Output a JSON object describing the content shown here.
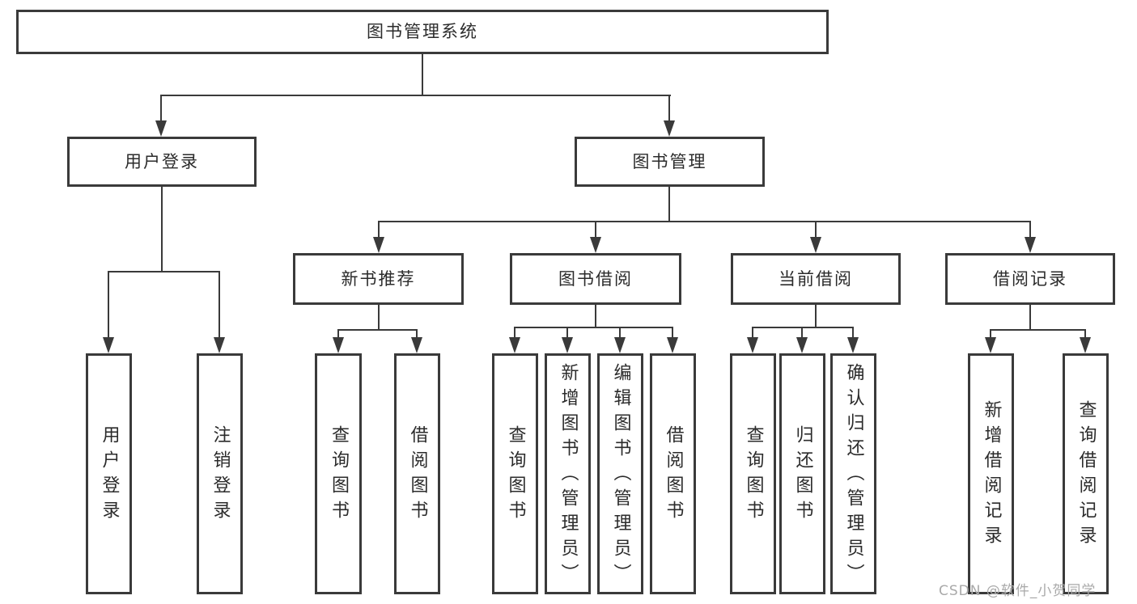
{
  "diagram": {
    "title": "图书管理系统",
    "type": "hierarchy-tree",
    "colors": {
      "line": "#3a3a3a",
      "box_border": "#3a3a3a",
      "text": "#2b2b2b",
      "background": "#ffffff",
      "watermark": "#a9a9a9"
    },
    "nodes": {
      "root": {
        "label": "图书管理系统"
      },
      "user_login": {
        "label": "用户登录"
      },
      "book_mgmt": {
        "label": "图书管理"
      },
      "new_book_rec": {
        "label": "新书推荐"
      },
      "book_borrow": {
        "label": "图书借阅"
      },
      "current_borrow": {
        "label": "当前借阅"
      },
      "borrow_records": {
        "label": "借阅记录"
      },
      "leaf_user_login": {
        "label": "用户登录"
      },
      "leaf_logout": {
        "label": "注销登录"
      },
      "leaf_nb_query": {
        "label": "查询图书"
      },
      "leaf_nb_borrow": {
        "label": "借阅图书"
      },
      "leaf_bb_query": {
        "label": "查询图书"
      },
      "leaf_bb_add": {
        "label": "新增图书（管理员）"
      },
      "leaf_bb_edit": {
        "label": "编辑图书（管理员）"
      },
      "leaf_bb_borrow": {
        "label": "借阅图书"
      },
      "leaf_cb_query": {
        "label": "查询图书"
      },
      "leaf_cb_return": {
        "label": "归还图书"
      },
      "leaf_cb_confirm": {
        "label": "确认归还（管理员）"
      },
      "leaf_br_add": {
        "label": "新增借阅记录"
      },
      "leaf_br_query": {
        "label": "查询借阅记录"
      }
    },
    "edges": [
      [
        "图书管理系统",
        "用户登录"
      ],
      [
        "图书管理系统",
        "图书管理"
      ],
      [
        "用户登录",
        "用户登录"
      ],
      [
        "用户登录",
        "注销登录"
      ],
      [
        "图书管理",
        "新书推荐"
      ],
      [
        "图书管理",
        "图书借阅"
      ],
      [
        "图书管理",
        "当前借阅"
      ],
      [
        "图书管理",
        "借阅记录"
      ],
      [
        "新书推荐",
        "查询图书"
      ],
      [
        "新书推荐",
        "借阅图书"
      ],
      [
        "图书借阅",
        "查询图书"
      ],
      [
        "图书借阅",
        "新增图书（管理员）"
      ],
      [
        "图书借阅",
        "编辑图书（管理员）"
      ],
      [
        "图书借阅",
        "借阅图书"
      ],
      [
        "当前借阅",
        "查询图书"
      ],
      [
        "当前借阅",
        "归还图书"
      ],
      [
        "当前借阅",
        "确认归还（管理员）"
      ],
      [
        "借阅记录",
        "新增借阅记录"
      ],
      [
        "借阅记录",
        "查询借阅记录"
      ]
    ],
    "watermark": "CSDN @软件_小贺同学"
  }
}
